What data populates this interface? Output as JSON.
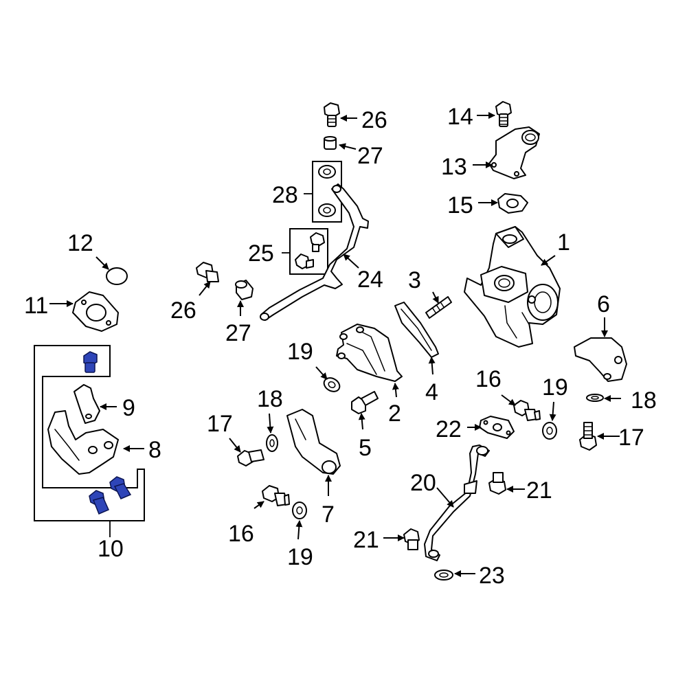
{
  "colors": {
    "background": "#ffffff",
    "line": "#000000",
    "highlight": "#2e45b8"
  },
  "callouts": {
    "n1": "1",
    "n2": "2",
    "n3": "3",
    "n4": "4",
    "n5": "5",
    "n6": "6",
    "n7": "7",
    "n8": "8",
    "n9": "9",
    "n10": "10",
    "n11": "11",
    "n12": "12",
    "n13": "13",
    "n14": "14",
    "n15": "15",
    "n16a": "16",
    "n16b": "16",
    "n17a": "17",
    "n17b": "17",
    "n18a": "18",
    "n18b": "18",
    "n19a": "19",
    "n19b": "19",
    "n19c": "19",
    "n20": "20",
    "n21a": "21",
    "n21b": "21",
    "n22": "22",
    "n23": "23",
    "n24": "24",
    "n25": "25",
    "n26a": "26",
    "n26b": "26",
    "n27a": "27",
    "n27b": "27",
    "n28": "28"
  }
}
